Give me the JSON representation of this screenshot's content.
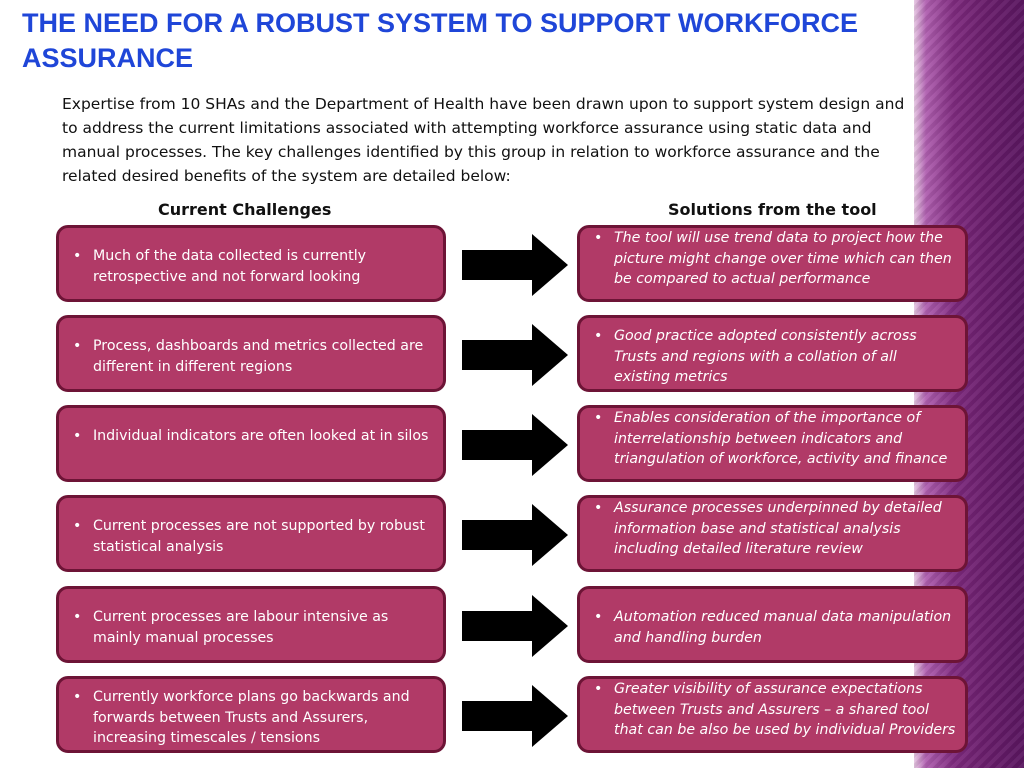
{
  "title": "THE NEED FOR A ROBUST SYSTEM TO SUPPORT WORKFORCE ASSURANCE",
  "intro": "Expertise from 10 SHAs and the Department of Health have been drawn upon to support system design and to address the current limitations associated with attempting workforce assurance using static data and manual processes.   The key challenges identified by this group in relation to workforce assurance and the related desired benefits of the system are detailed below:",
  "columns": {
    "left_heading": "Current Challenges",
    "right_heading": "Solutions from the tool"
  },
  "bullet_char": "•",
  "rows": [
    {
      "challenge": "Much of the data collected is currently retrospective and not forward looking",
      "solution": "The tool will use trend data to project how the picture might change over time which can then be compared to actual performance"
    },
    {
      "challenge": "Process, dashboards and metrics collected are different in different regions",
      "solution": "Good practice adopted consistently across Trusts and regions with a collation of all existing metrics"
    },
    {
      "challenge": "Individual indicators are often looked at in silos",
      "solution": "Enables consideration of the importance of interrelationship between indicators and triangulation of workforce, activity and finance"
    },
    {
      "challenge": "Current processes are not supported by robust statistical analysis",
      "solution": "Assurance processes underpinned by detailed information base and statistical analysis including detailed literature review"
    },
    {
      "challenge": "Current processes are labour intensive as mainly manual processes",
      "solution": "Automation reduced manual data manipulation and handling burden"
    },
    {
      "challenge": "Currently workforce plans go backwards and forwards between Trusts and Assurers, increasing timescales / tensions",
      "solution": "Greater visibility of assurance expectations between Trusts and Assurers – a shared tool that can be also be used by individual Providers"
    }
  ],
  "colors": {
    "title": "#1f46d8",
    "box_fill": "#b13a67",
    "box_border": "#6d1436",
    "arrow": "#000000"
  }
}
